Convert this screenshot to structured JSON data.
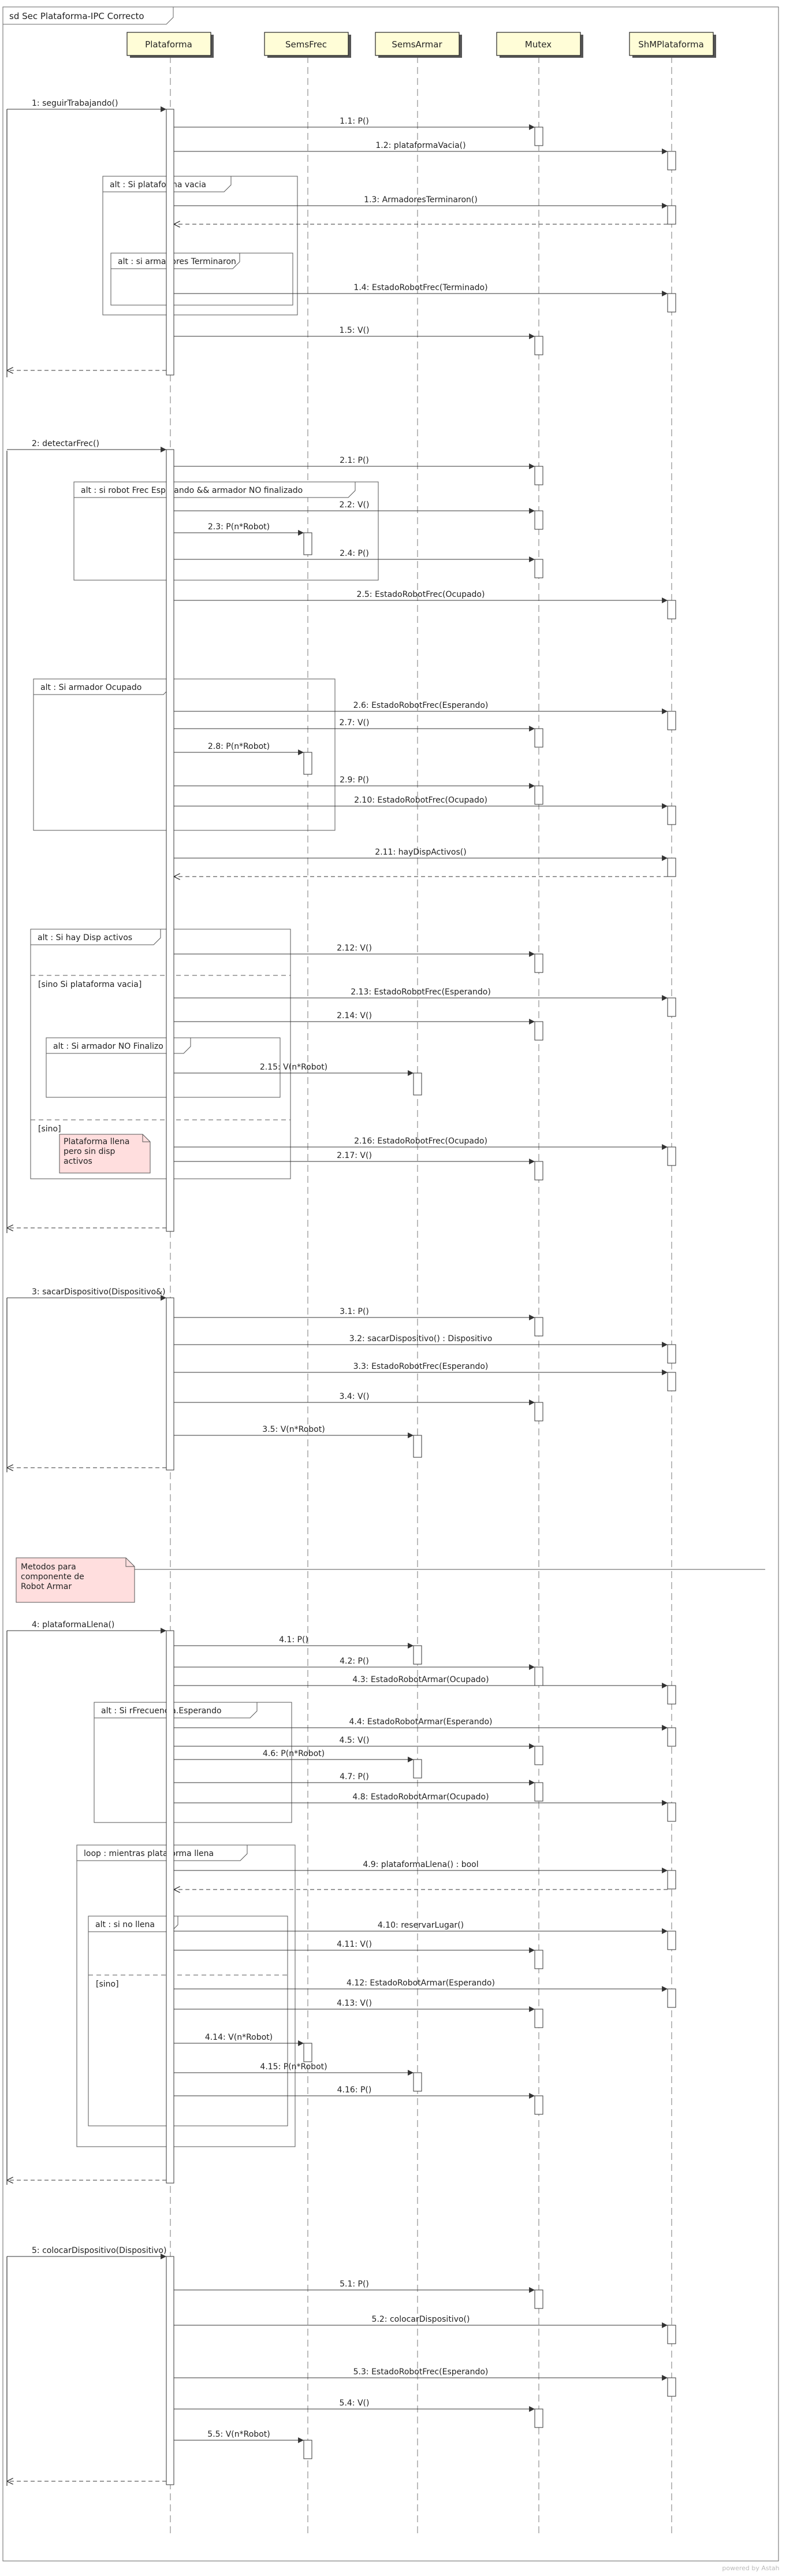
{
  "frame_title": "sd Sec Plataforma-IPC Correcto",
  "participants": [
    "Plataforma",
    "SemsFrec",
    "SemsArmar",
    "Mutex",
    "ShMPlataforma"
  ],
  "watermark": "powered by Astah",
  "notes": [
    {
      "id": "note1",
      "lines": [
        "Plataforma llena",
        "pero sin disp",
        "activos"
      ]
    },
    {
      "id": "note2",
      "lines": [
        "Metodos para",
        "componente de",
        "Robot Armar"
      ]
    }
  ],
  "fragments": [
    {
      "id": "f1",
      "label": "alt : Si plataforma vacia"
    },
    {
      "id": "f2",
      "label": "alt : si armadores Terminaron"
    },
    {
      "id": "f3",
      "label": "alt : si robot Frec Esperando && armador NO finalizado"
    },
    {
      "id": "f4",
      "label": "alt : Si armador Ocupado"
    },
    {
      "id": "f5",
      "label": "alt : Si hay Disp activos",
      "guards": [
        "[sino Si plataforma vacia]",
        "[sino]"
      ]
    },
    {
      "id": "f6",
      "label": "alt : Si armador NO Finalizo"
    },
    {
      "id": "f7",
      "label": "alt : Si rFrecuencia.Esperando"
    },
    {
      "id": "f8",
      "label": "loop : mientras plataforma llena"
    },
    {
      "id": "f9",
      "label": "alt : si no llena",
      "guards": [
        "[sino]"
      ]
    }
  ],
  "messages": [
    {
      "id": "m1",
      "label": "1: seguirTrabajando()"
    },
    {
      "id": "m1_1",
      "label": "1.1: P()"
    },
    {
      "id": "m1_2",
      "label": "1.2: plataformaVacia()"
    },
    {
      "id": "m1_3",
      "label": "1.3: ArmadoresTerminaron()"
    },
    {
      "id": "m1_4",
      "label": "1.4: EstadoRobotFrec(Terminado)"
    },
    {
      "id": "m1_5",
      "label": "1.5: V()"
    },
    {
      "id": "m2",
      "label": "2: detectarFrec()"
    },
    {
      "id": "m2_1",
      "label": "2.1: P()"
    },
    {
      "id": "m2_2",
      "label": "2.2: V()"
    },
    {
      "id": "m2_3",
      "label": "2.3: P(n*Robot)"
    },
    {
      "id": "m2_4",
      "label": "2.4: P()"
    },
    {
      "id": "m2_5",
      "label": "2.5: EstadoRobotFrec(Ocupado)"
    },
    {
      "id": "m2_6",
      "label": "2.6: EstadoRobotFrec(Esperando)"
    },
    {
      "id": "m2_7",
      "label": "2.7: V()"
    },
    {
      "id": "m2_8",
      "label": "2.8: P(n*Robot)"
    },
    {
      "id": "m2_9",
      "label": "2.9: P()"
    },
    {
      "id": "m2_10",
      "label": "2.10: EstadoRobotFrec(Ocupado)"
    },
    {
      "id": "m2_11",
      "label": "2.11: hayDispActivos()"
    },
    {
      "id": "m2_12",
      "label": "2.12: V()"
    },
    {
      "id": "m2_13",
      "label": "2.13: EstadoRobotFrec(Esperando)"
    },
    {
      "id": "m2_14",
      "label": "2.14: V()"
    },
    {
      "id": "m2_15",
      "label": "2.15: V(n*Robot)"
    },
    {
      "id": "m2_16",
      "label": "2.16: EstadoRobotFrec(Ocupado)"
    },
    {
      "id": "m2_17",
      "label": "2.17: V()"
    },
    {
      "id": "m3",
      "label": "3: sacarDispositivo(Dispositivo&)"
    },
    {
      "id": "m3_1",
      "label": "3.1: P()"
    },
    {
      "id": "m3_2",
      "label": "3.2: sacarDispositivo() : Dispositivo"
    },
    {
      "id": "m3_3",
      "label": "3.3: EstadoRobotFrec(Esperando)"
    },
    {
      "id": "m3_4",
      "label": "3.4: V()"
    },
    {
      "id": "m3_5",
      "label": "3.5: V(n*Robot)"
    },
    {
      "id": "m4",
      "label": "4: plataformaLlena()"
    },
    {
      "id": "m4_1",
      "label": "4.1: P()"
    },
    {
      "id": "m4_2",
      "label": "4.2: P()"
    },
    {
      "id": "m4_3",
      "label": "4.3: EstadoRobotArmar(Ocupado)"
    },
    {
      "id": "m4_4",
      "label": "4.4: EstadoRobotArmar(Esperando)"
    },
    {
      "id": "m4_5",
      "label": "4.5: V()"
    },
    {
      "id": "m4_6",
      "label": "4.6: P(n*Robot)"
    },
    {
      "id": "m4_7",
      "label": "4.7: P()"
    },
    {
      "id": "m4_8",
      "label": "4.8: EstadoRobotArmar(Ocupado)"
    },
    {
      "id": "m4_9",
      "label": "4.9: plataformaLlena() : bool"
    },
    {
      "id": "m4_10",
      "label": "4.10: reservarLugar()"
    },
    {
      "id": "m4_11",
      "label": "4.11: V()"
    },
    {
      "id": "m4_12",
      "label": "4.12: EstadoRobotArmar(Esperando)"
    },
    {
      "id": "m4_13",
      "label": "4.13: V()"
    },
    {
      "id": "m4_14",
      "label": "4.14: V(n*Robot)"
    },
    {
      "id": "m4_15",
      "label": "4.15: P(n*Robot)"
    },
    {
      "id": "m4_16",
      "label": "4.16: P()"
    },
    {
      "id": "m5",
      "label": "5: colocarDispositivo(Dispositivo)"
    },
    {
      "id": "m5_1",
      "label": "5.1: P()"
    },
    {
      "id": "m5_2",
      "label": "5.2: colocarDispositivo()"
    },
    {
      "id": "m5_3",
      "label": "5.3: EstadoRobotFrec(Esperando)"
    },
    {
      "id": "m5_4",
      "label": "5.4: V()"
    },
    {
      "id": "m5_5",
      "label": "5.5: V(n*Robot)"
    }
  ]
}
